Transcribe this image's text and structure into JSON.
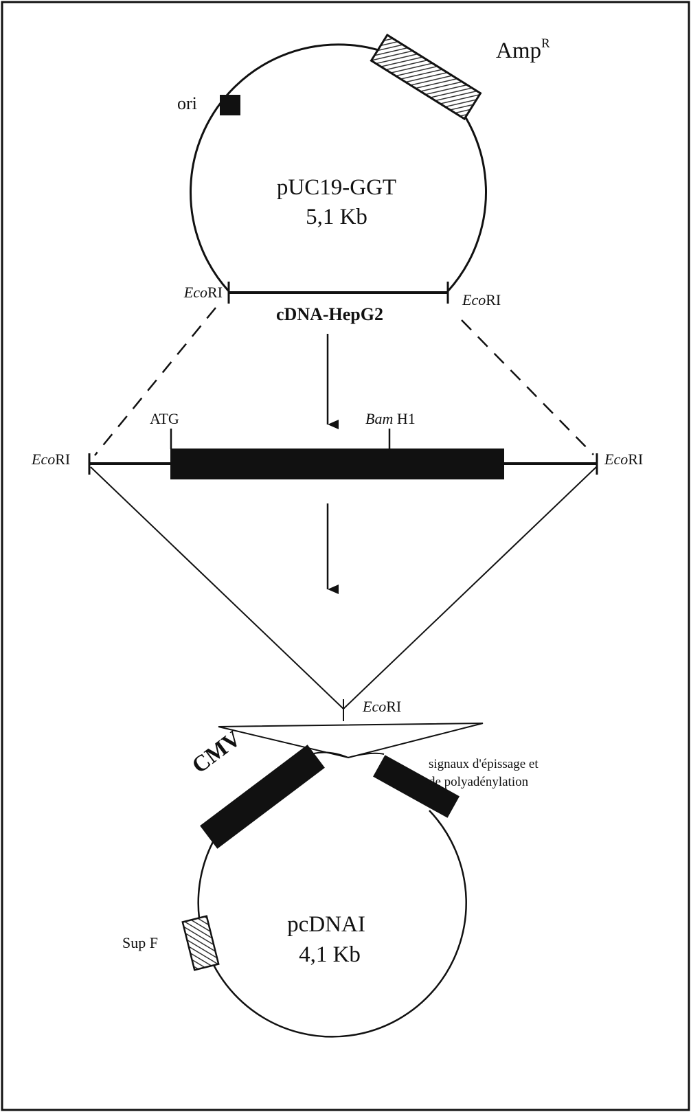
{
  "plasmid_top": {
    "name": "pUC19-GGT",
    "size": "5,1 Kb",
    "ori_label": "ori",
    "amp_label": "Amp",
    "amp_superscript": "R",
    "insert_label": "cDNA-HepG2",
    "site_left": {
      "italic": "Eco",
      "plain": "RI"
    },
    "site_right": {
      "italic": "Eco",
      "plain": "RI"
    }
  },
  "insert": {
    "atg_label": "ATG",
    "bam_italic": "Bam",
    "bam_plain": " H1",
    "site_left": {
      "italic": "Eco",
      "plain": "RI"
    },
    "site_right": {
      "italic": "Eco",
      "plain": "RI"
    }
  },
  "plasmid_bottom": {
    "name": "pcDNAI",
    "size": "4,1 Kb",
    "cmv_label": "CMV",
    "supf_label": "Sup F",
    "signal_line1": "signaux d'épissage et",
    "signal_line2": "de polyadénylation",
    "site": {
      "italic": "Eco",
      "plain": "RI"
    }
  },
  "colors": {
    "ink": "#111111",
    "hatch": "#555555",
    "background": "#ffffff"
  }
}
